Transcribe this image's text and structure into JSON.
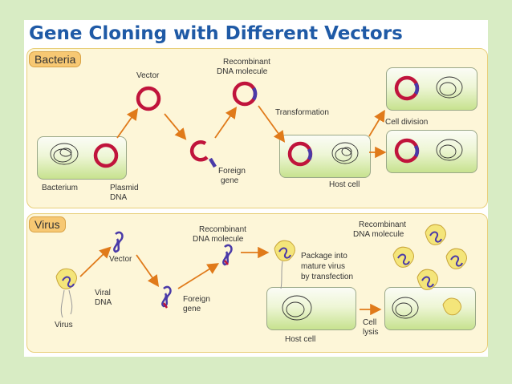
{
  "title": "Gene Cloning with Different Vectors",
  "bacteria": {
    "tag": "Bacteria",
    "labels": {
      "vector": "Vector",
      "recombinant": [
        "Recombinant",
        "DNA molecule"
      ],
      "transformation": "Transformation",
      "cell_division": "Cell division",
      "foreign_gene": [
        "Foreign",
        "gene"
      ],
      "bacterium": "Bacterium",
      "plasmid_dna": [
        "Plasmid",
        "DNA"
      ],
      "host_cell": "Host cell"
    }
  },
  "virus": {
    "tag": "Virus",
    "labels": {
      "vector": "Vector",
      "recombinant_1": [
        "Recombinant",
        "DNA molecule"
      ],
      "recombinant_2": [
        "Recombinant",
        "DNA molecule"
      ],
      "package": [
        "Package into",
        "mature virus",
        "by transfection"
      ],
      "viral_dna": [
        "Viral",
        "DNA"
      ],
      "foreign_gene": [
        "Foreign",
        "gene"
      ],
      "virus": "Virus",
      "host_cell": "Host cell",
      "cell_lysis": [
        "Cell",
        "lysis"
      ]
    }
  },
  "colors": {
    "title": "#1f5aa6",
    "plasmid": "#c0143c",
    "insert": "#4a3aa8",
    "arrow": "#e07a1a"
  }
}
